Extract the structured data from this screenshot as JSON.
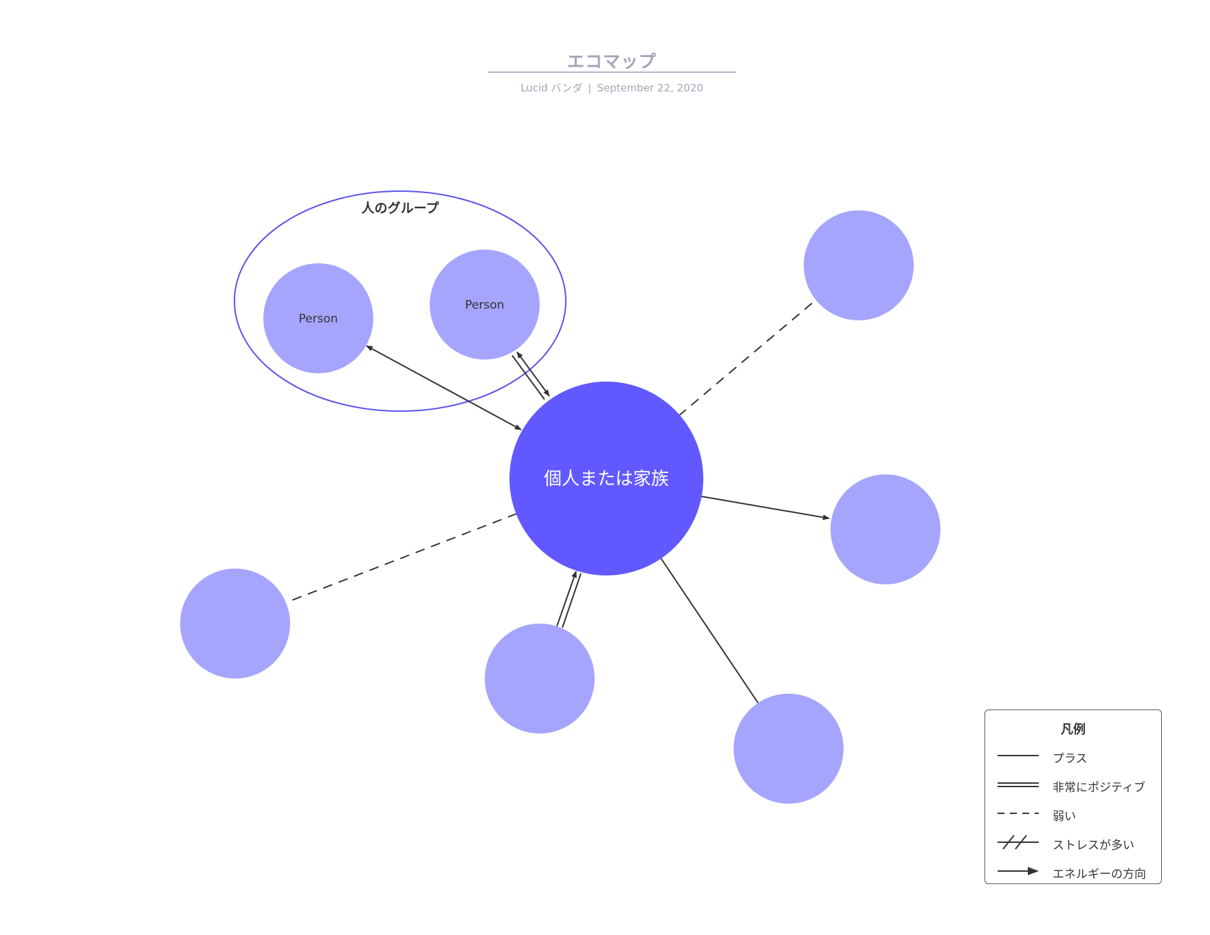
{
  "header": {
    "title": "エコマップ",
    "author": "Lucid バンダ",
    "separator": "|",
    "date": "September 22, 2020"
  },
  "colors": {
    "center_node": "#6159ff",
    "node": "#a5a5fe",
    "group_border": "#5a52ee",
    "line": "#333333"
  },
  "diagram": {
    "group_label": "人のグループ",
    "center_label": "個人または家族",
    "nodes": [
      {
        "id": "person-1",
        "label": "Person"
      },
      {
        "id": "person-2",
        "label": "Person"
      },
      {
        "id": "node-top-right",
        "label": ""
      },
      {
        "id": "node-right",
        "label": ""
      },
      {
        "id": "node-bottom-right",
        "label": ""
      },
      {
        "id": "node-bottom",
        "label": ""
      },
      {
        "id": "node-left",
        "label": ""
      }
    ],
    "connections": [
      {
        "from": "center",
        "to": "person-1",
        "type": "energy-both"
      },
      {
        "from": "center",
        "to": "person-2",
        "type": "very-positive-both"
      },
      {
        "from": "center",
        "to": "node-top-right",
        "type": "weak"
      },
      {
        "from": "center",
        "to": "node-right",
        "type": "energy-to"
      },
      {
        "from": "center",
        "to": "node-bottom-right",
        "type": "plus"
      },
      {
        "from": "node-bottom",
        "to": "center",
        "type": "very-positive-to"
      },
      {
        "from": "center",
        "to": "node-left",
        "type": "weak"
      }
    ]
  },
  "legend": {
    "title": "凡例",
    "items": [
      {
        "type": "plus",
        "label": "プラス"
      },
      {
        "type": "very-positive",
        "label": "非常にポジティブ"
      },
      {
        "type": "weak",
        "label": "弱い"
      },
      {
        "type": "stress",
        "label": "ストレスが多い"
      },
      {
        "type": "energy",
        "label": "エネルギーの方向"
      }
    ]
  }
}
